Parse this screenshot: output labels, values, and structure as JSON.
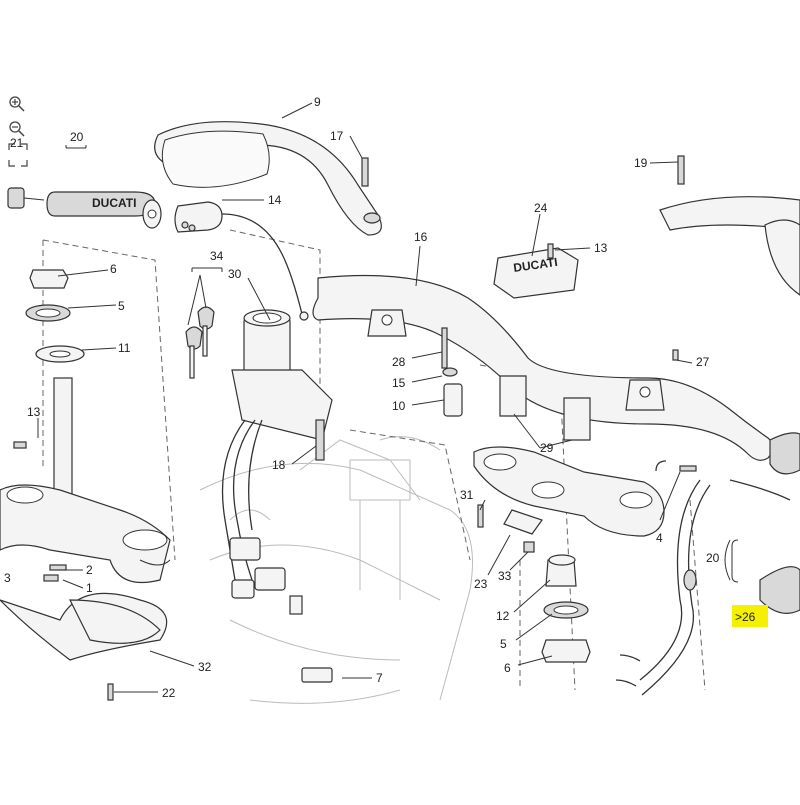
{
  "toolbar": {
    "zoom_in_icon": "zoom-in-icon",
    "zoom_out_icon": "zoom-out-icon"
  },
  "callouts": {
    "c1": "1",
    "c2": "2",
    "c3": "3",
    "c4": "4",
    "c5a": "5",
    "c5b": "5",
    "c6a": "6",
    "c6b": "6",
    "c7": "7",
    "c9": "9",
    "c10": "10",
    "c11": "11",
    "c12": "12",
    "c13a": "13",
    "c13b": "13",
    "c14": "14",
    "c15": "15",
    "c16": "16",
    "c17": "17",
    "c18": "18",
    "c19": "19",
    "c20a": "20",
    "c20b": "20",
    "c21": "21",
    "c22": "22",
    "c23": "23",
    "c24": "24",
    "c26": ">26",
    "c27": "27",
    "c28": "28",
    "c29": "29",
    "c30": "30",
    "c31": "31",
    "c32": "32",
    "c33": "33",
    "c34": "34"
  },
  "brand_marks": {
    "grip": "DUCATI",
    "clamp": "DUCATI"
  },
  "highlight_color": "#f5f000"
}
